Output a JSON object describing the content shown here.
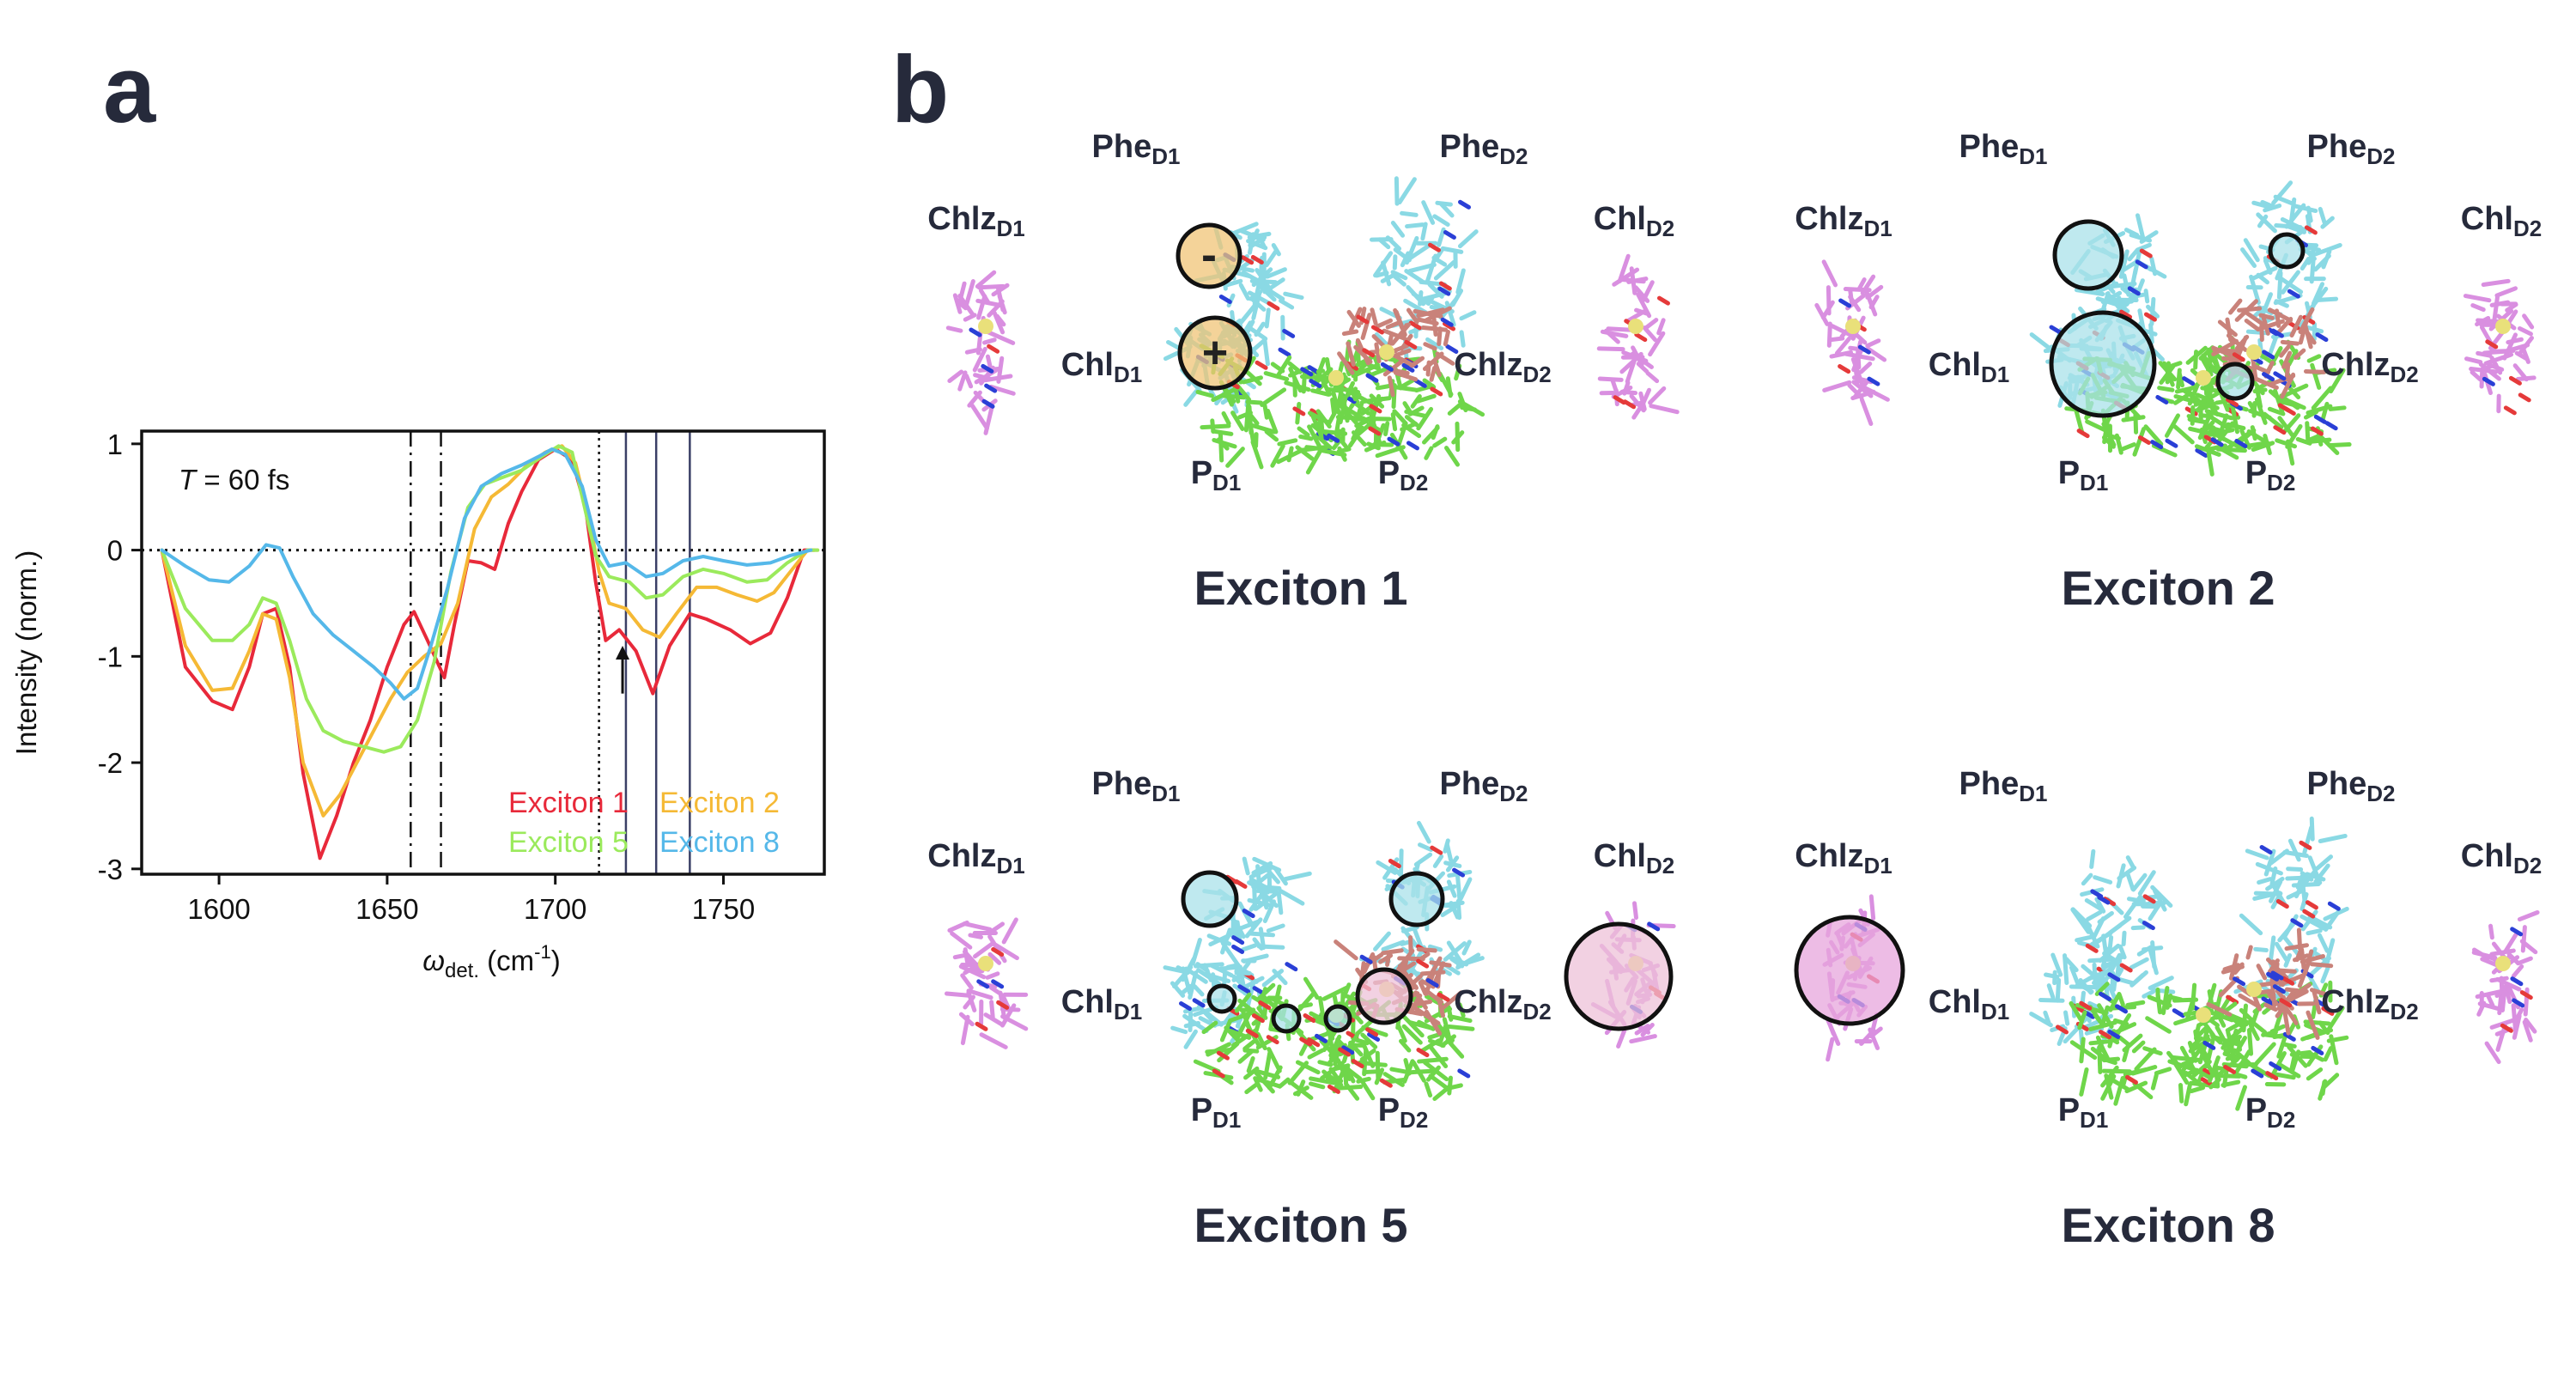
{
  "panel_a": {
    "letter": "a",
    "chart_data": {
      "type": "line",
      "annotation_T": "T",
      "annotation_rest": " = 60 fs",
      "ylabel": "Intensity (norm.)",
      "xlabel_main": "ω",
      "xlabel_sub": "det.",
      "xlabel_unit": " (cm",
      "xlabel_exp": "-1",
      "xlabel_close": ")",
      "xlim": [
        1577,
        1780
      ],
      "ylim": [
        -3.05,
        1.12
      ],
      "xticks": [
        1600,
        1650,
        1700,
        1750
      ],
      "yticks": [
        1,
        0,
        -1,
        -2,
        -3
      ],
      "dashdot_lines_x": [
        1657,
        1666
      ],
      "dotted_line_x": 1713,
      "solid_lines_x": [
        1721,
        1730,
        1740
      ],
      "arrow": {
        "x": 1720,
        "y_from": -1.35,
        "y_to": -0.9
      },
      "series": [
        {
          "name": "Exciton 1",
          "color": "#e8293a",
          "points": [
            [
              1583,
              0
            ],
            [
              1590,
              -1.1
            ],
            [
              1598,
              -1.42
            ],
            [
              1604,
              -1.5
            ],
            [
              1609,
              -1.1
            ],
            [
              1613,
              -0.6
            ],
            [
              1617,
              -0.55
            ],
            [
              1621,
              -1.1
            ],
            [
              1625,
              -2.1
            ],
            [
              1630,
              -2.9
            ],
            [
              1635,
              -2.5
            ],
            [
              1640,
              -2.0
            ],
            [
              1645,
              -1.6
            ],
            [
              1650,
              -1.1
            ],
            [
              1655,
              -0.7
            ],
            [
              1658,
              -0.58
            ],
            [
              1662,
              -0.85
            ],
            [
              1667,
              -1.2
            ],
            [
              1670,
              -0.7
            ],
            [
              1674,
              -0.1
            ],
            [
              1678,
              -0.12
            ],
            [
              1682,
              -0.18
            ],
            [
              1686,
              0.25
            ],
            [
              1690,
              0.55
            ],
            [
              1695,
              0.85
            ],
            [
              1700,
              0.95
            ],
            [
              1705,
              0.85
            ],
            [
              1709,
              0.4
            ],
            [
              1712,
              -0.3
            ],
            [
              1715,
              -0.85
            ],
            [
              1719,
              -0.75
            ],
            [
              1724,
              -0.95
            ],
            [
              1729,
              -1.35
            ],
            [
              1734,
              -0.9
            ],
            [
              1740,
              -0.6
            ],
            [
              1745,
              -0.65
            ],
            [
              1752,
              -0.75
            ],
            [
              1758,
              -0.88
            ],
            [
              1764,
              -0.78
            ],
            [
              1769,
              -0.45
            ],
            [
              1774,
              0
            ],
            [
              1777,
              0
            ]
          ]
        },
        {
          "name": "Exciton 2",
          "color": "#f5b935",
          "points": [
            [
              1583,
              0
            ],
            [
              1590,
              -0.9
            ],
            [
              1598,
              -1.32
            ],
            [
              1604,
              -1.3
            ],
            [
              1609,
              -0.95
            ],
            [
              1613,
              -0.6
            ],
            [
              1617,
              -0.65
            ],
            [
              1621,
              -1.2
            ],
            [
              1625,
              -2.0
            ],
            [
              1631,
              -2.5
            ],
            [
              1636,
              -2.3
            ],
            [
              1641,
              -2.0
            ],
            [
              1646,
              -1.7
            ],
            [
              1651,
              -1.4
            ],
            [
              1656,
              -1.15
            ],
            [
              1661,
              -1.0
            ],
            [
              1666,
              -0.88
            ],
            [
              1671,
              -0.5
            ],
            [
              1676,
              0.2
            ],
            [
              1681,
              0.5
            ],
            [
              1686,
              0.62
            ],
            [
              1691,
              0.78
            ],
            [
              1697,
              0.92
            ],
            [
              1702,
              0.98
            ],
            [
              1706,
              0.82
            ],
            [
              1710,
              0.3
            ],
            [
              1713,
              -0.2
            ],
            [
              1716,
              -0.5
            ],
            [
              1721,
              -0.55
            ],
            [
              1726,
              -0.75
            ],
            [
              1731,
              -0.82
            ],
            [
              1736,
              -0.6
            ],
            [
              1742,
              -0.35
            ],
            [
              1748,
              -0.35
            ],
            [
              1754,
              -0.42
            ],
            [
              1760,
              -0.48
            ],
            [
              1765,
              -0.4
            ],
            [
              1770,
              -0.2
            ],
            [
              1775,
              0
            ],
            [
              1778,
              0
            ]
          ]
        },
        {
          "name": "Exciton 5",
          "color": "#9bea5c",
          "points": [
            [
              1583,
              0
            ],
            [
              1590,
              -0.55
            ],
            [
              1598,
              -0.85
            ],
            [
              1604,
              -0.85
            ],
            [
              1609,
              -0.7
            ],
            [
              1613,
              -0.45
            ],
            [
              1617,
              -0.5
            ],
            [
              1621,
              -0.85
            ],
            [
              1626,
              -1.4
            ],
            [
              1631,
              -1.7
            ],
            [
              1637,
              -1.8
            ],
            [
              1643,
              -1.85
            ],
            [
              1649,
              -1.9
            ],
            [
              1654,
              -1.85
            ],
            [
              1659,
              -1.6
            ],
            [
              1664,
              -1.05
            ],
            [
              1669,
              -0.2
            ],
            [
              1674,
              0.4
            ],
            [
              1679,
              0.62
            ],
            [
              1684,
              0.68
            ],
            [
              1690,
              0.75
            ],
            [
              1696,
              0.88
            ],
            [
              1701,
              0.98
            ],
            [
              1705,
              0.92
            ],
            [
              1708,
              0.5
            ],
            [
              1712,
              -0.05
            ],
            [
              1716,
              -0.25
            ],
            [
              1722,
              -0.3
            ],
            [
              1727,
              -0.45
            ],
            [
              1732,
              -0.42
            ],
            [
              1738,
              -0.25
            ],
            [
              1744,
              -0.18
            ],
            [
              1750,
              -0.22
            ],
            [
              1757,
              -0.3
            ],
            [
              1763,
              -0.28
            ],
            [
              1769,
              -0.12
            ],
            [
              1775,
              0
            ],
            [
              1778,
              0
            ]
          ]
        },
        {
          "name": "Exciton 8",
          "color": "#55b8e9",
          "points": [
            [
              1583,
              0
            ],
            [
              1590,
              -0.15
            ],
            [
              1597,
              -0.28
            ],
            [
              1603,
              -0.3
            ],
            [
              1609,
              -0.15
            ],
            [
              1614,
              0.05
            ],
            [
              1618,
              0.02
            ],
            [
              1622,
              -0.25
            ],
            [
              1628,
              -0.6
            ],
            [
              1634,
              -0.8
            ],
            [
              1640,
              -0.95
            ],
            [
              1646,
              -1.1
            ],
            [
              1651,
              -1.25
            ],
            [
              1655,
              -1.4
            ],
            [
              1659,
              -1.3
            ],
            [
              1663,
              -0.9
            ],
            [
              1668,
              -0.35
            ],
            [
              1673,
              0.3
            ],
            [
              1678,
              0.6
            ],
            [
              1684,
              0.72
            ],
            [
              1690,
              0.8
            ],
            [
              1695,
              0.88
            ],
            [
              1699,
              0.95
            ],
            [
              1703,
              0.9
            ],
            [
              1708,
              0.6
            ],
            [
              1712,
              0.1
            ],
            [
              1716,
              -0.15
            ],
            [
              1721,
              -0.12
            ],
            [
              1727,
              -0.25
            ],
            [
              1732,
              -0.22
            ],
            [
              1738,
              -0.1
            ],
            [
              1744,
              -0.06
            ],
            [
              1750,
              -0.1
            ],
            [
              1757,
              -0.14
            ],
            [
              1764,
              -0.12
            ],
            [
              1770,
              -0.05
            ],
            [
              1776,
              0
            ]
          ]
        }
      ]
    }
  },
  "panel_b": {
    "letter": "b",
    "excitons": [
      {
        "title": "Exciton 1",
        "markers": [
          {
            "type": "minus",
            "symbol": "-",
            "fill": "#f0c477"
          },
          {
            "type": "plus",
            "symbol": "+",
            "fill": "#f0c477"
          }
        ]
      },
      {
        "title": "Exciton 2",
        "markers": [
          {
            "type": "circle",
            "fill": "#a9e1ea"
          }
        ]
      },
      {
        "title": "Exciton 5",
        "markers": [
          {
            "type": "circle",
            "fill": "#a9e1ea"
          },
          {
            "type": "circle",
            "fill": "#eec2d8"
          }
        ]
      },
      {
        "title": "Exciton 8",
        "markers": [
          {
            "type": "circle",
            "fill": "#e7a5dc"
          }
        ]
      }
    ],
    "labels": {
      "phe_d1": {
        "base": "Phe",
        "sub": "D1"
      },
      "phe_d2": {
        "base": "Phe",
        "sub": "D2"
      },
      "chlz_d1": {
        "base": "Chlz",
        "sub": "D1"
      },
      "chlz_d2": {
        "base": "Chlz",
        "sub": "D2"
      },
      "chl_d1": {
        "base": "Chl",
        "sub": "D1"
      },
      "chl_d2": {
        "base": "Chl",
        "sub": "D2"
      },
      "p_d1": {
        "base": "P",
        "sub": "D1"
      },
      "p_d2": {
        "base": "P",
        "sub": "D2"
      }
    },
    "colors": {
      "phe": "#7fd3dc",
      "p": "#6fd64a",
      "pigment_brown": "#c9827a",
      "chlz": "#d98fe0",
      "oxygen": "#e53a3a",
      "nitrogen": "#2a3fd6",
      "mg": "#e9e07a"
    }
  }
}
